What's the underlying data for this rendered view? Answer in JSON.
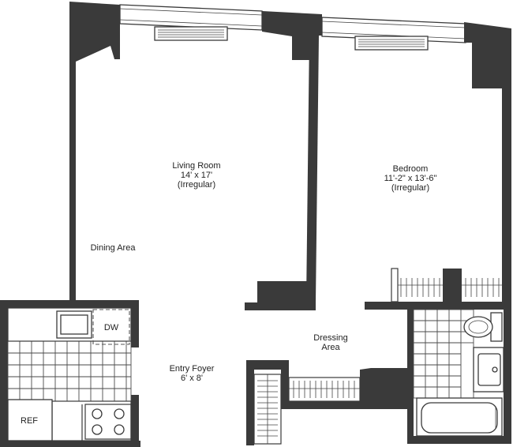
{
  "rooms": {
    "living": {
      "name": "Living Room",
      "size": "14' x 17'",
      "note": "(Irregular)"
    },
    "bedroom": {
      "name": "Bedroom",
      "size": "11'-2\" x 13'-6\"",
      "note": "(Irregular)"
    },
    "dining": {
      "name": "Dining Area"
    },
    "dressing": {
      "line1": "Dressing",
      "line2": "Area"
    },
    "foyer": {
      "name": "Entry Foyer",
      "size": "6' x 8'"
    }
  },
  "fixtures": {
    "dishwasher": "DW",
    "refrigerator": "REF"
  }
}
